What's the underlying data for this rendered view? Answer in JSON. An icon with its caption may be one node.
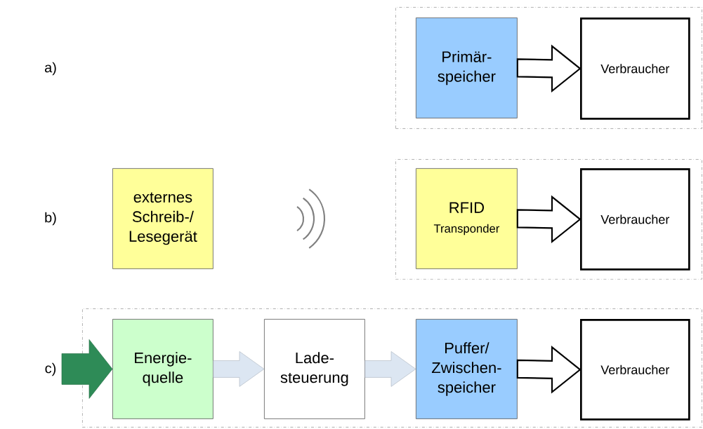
{
  "diagram": {
    "nodes": [
      {
        "text": [],
        "shape": "box"
      },
      {
        "text": [
          "Primär- speicher"
        ],
        "in": 0
      },
      {
        "text": [
          "Verbraucher"
        ],
        "in": 0
      },
      {
        "text": [],
        "shape": "box"
      },
      {
        "text": [
          "RFID",
          "Transponder"
        ],
        "in": 3
      },
      {
        "text": [
          "Verbraucher"
        ],
        "in": 3
      },
      {
        "text": [
          "externes Schreib-/ Lesegerät"
        ]
      },
      {
        "text": [],
        "shape": "box"
      },
      {
        "text": [
          "Energie- quelle"
        ],
        "in": 7
      },
      {
        "text": [
          "Lade- steuerung"
        ],
        "in": 7
      },
      {
        "text": [
          "Puffer/ Zwischen- speicher"
        ],
        "in": 7
      },
      {
        "text": [
          "Verbraucher"
        ],
        "in": 7
      }
    ],
    "edges": [
      {
        "from": 1,
        "to": 2,
        "arrow": "to"
      },
      {
        "from": 4,
        "to": 5,
        "arrow": "to"
      },
      {
        "from": null,
        "to": 8,
        "arrow": "to",
        "color": "#2e8b57"
      },
      {
        "from": 8,
        "to": 9,
        "arrow": "to",
        "color": "#dce6f2"
      },
      {
        "from": 9,
        "to": 10,
        "arrow": "to",
        "color": "#dce6f2"
      },
      {
        "from": 10,
        "to": 11,
        "arrow": "to"
      }
    ],
    "labels": [
      "a)",
      "b)",
      "c)"
    ]
  }
}
